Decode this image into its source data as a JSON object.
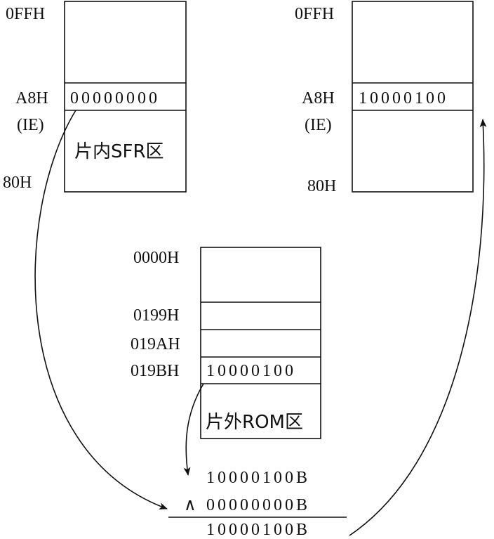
{
  "sfr_before": {
    "label_top": "0FFH",
    "label_a8": "A8H",
    "label_ie": "(IE)",
    "label_bottom": "80H",
    "ie_value": "00000000",
    "region_label": "片内SFR区"
  },
  "sfr_after": {
    "label_top": "0FFH",
    "label_a8": "A8H",
    "label_ie": "(IE)",
    "label_bottom": "80H",
    "ie_value": "10000100"
  },
  "rom": {
    "label_0000": "0000H",
    "label_0199": "0199H",
    "label_019a": "019AH",
    "label_019b": "019BH",
    "value_019b": "10000100",
    "region_label": "片外ROM区"
  },
  "calc": {
    "operand1": "10000100B",
    "operator": "∧",
    "operand2": "00000000B",
    "result": "10000100B"
  }
}
